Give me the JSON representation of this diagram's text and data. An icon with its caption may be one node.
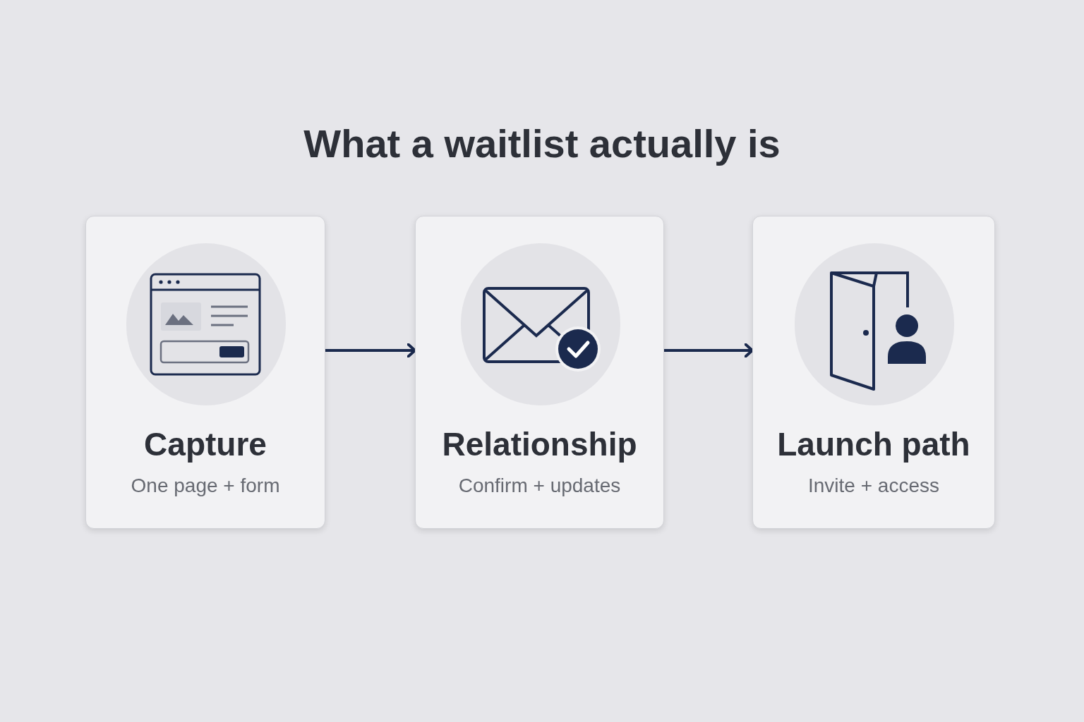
{
  "diagram": {
    "title": "What a waitlist actually is",
    "nodes": [
      {
        "text": [
          "Capture",
          "One page + form"
        ]
      },
      {
        "text": [
          "Relationship",
          "Confirm + updates"
        ]
      },
      {
        "text": [
          "Launch path",
          "Invite + access"
        ]
      }
    ],
    "edges": [
      {
        "from": 0,
        "to": 1,
        "arrow": "to"
      },
      {
        "from": 1,
        "to": 2,
        "arrow": "to"
      }
    ]
  }
}
